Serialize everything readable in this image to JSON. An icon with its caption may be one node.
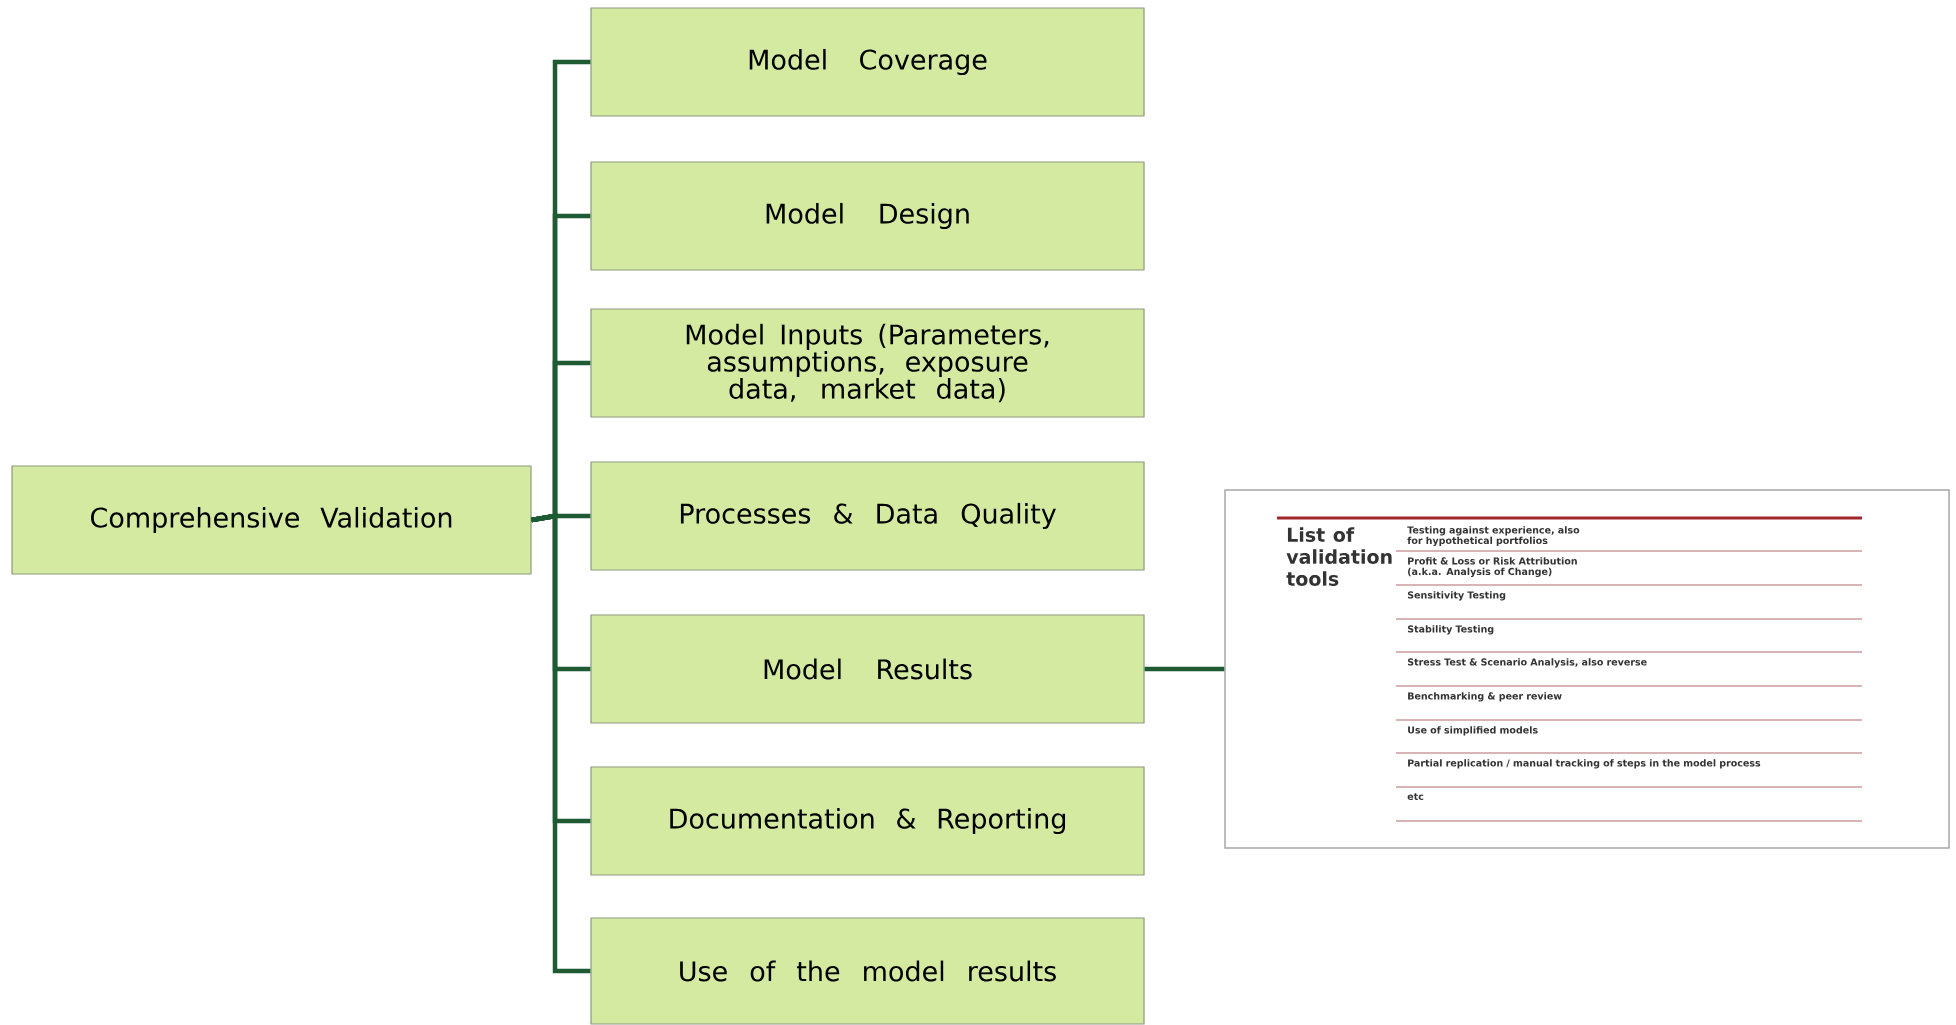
{
  "diagram": {
    "nodes": [
      {
        "text": [
          "Comprehensive Validation"
        ]
      },
      {
        "text": [
          "Model Coverage"
        ]
      },
      {
        "text": [
          "Model Design"
        ]
      },
      {
        "text": [
          "Model Inputs (Parameters, assumptions, exposure data, market data)"
        ]
      },
      {
        "text": [
          "Processes & Data Quality"
        ]
      },
      {
        "text": [
          "Model Results"
        ]
      },
      {
        "text": [
          "Documentation & Reporting"
        ]
      },
      {
        "text": [
          "Use of the model results"
        ]
      },
      {
        "text": [
          "List of validation tools",
          "Testing against experience, also for hypothetical portfolios",
          "Profit & Loss or Risk Attribution (a.k.a. Analysis of Change)",
          "Sensitivity Testing",
          "Stability Testing",
          "Stress Test & Scenario Analysis, also reverse",
          "Benchmarking & peer review",
          "Use of simplified models",
          "Partial replication / manual tracking of steps in the model process",
          "etc"
        ]
      }
    ],
    "edges": [
      {
        "from": 0,
        "to": 1,
        "arrow": "none"
      },
      {
        "from": 0,
        "to": 2,
        "arrow": "none"
      },
      {
        "from": 0,
        "to": 3,
        "arrow": "none"
      },
      {
        "from": 0,
        "to": 4,
        "arrow": "none"
      },
      {
        "from": 0,
        "to": 5,
        "arrow": "none"
      },
      {
        "from": 0,
        "to": 6,
        "arrow": "none"
      },
      {
        "from": 0,
        "to": 7,
        "arrow": "none"
      },
      {
        "from": 5,
        "to": 8,
        "arrow": "none"
      }
    ]
  }
}
